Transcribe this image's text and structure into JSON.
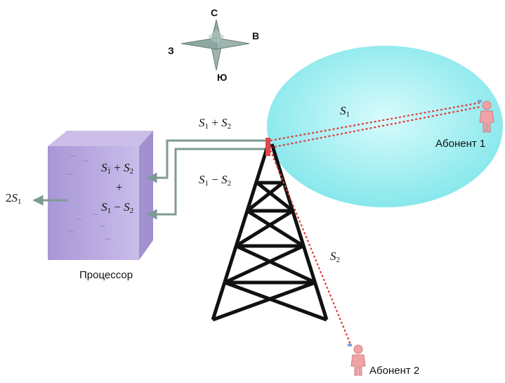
{
  "compass": {
    "north": "С",
    "east": "В",
    "west": "З",
    "south": "Ю"
  },
  "processor": {
    "label": "Процессор",
    "formula_top": {
      "a": "S",
      "a_sub": "1",
      "op": "+",
      "b": "S",
      "b_sub": "2"
    },
    "formula_plus": "+",
    "formula_bottom": {
      "a": "S",
      "a_sub": "1",
      "op": "−",
      "b": "S",
      "b_sub": "2"
    }
  },
  "output": {
    "coef": "2",
    "sym": "S",
    "sub": "1"
  },
  "signals": {
    "sum": {
      "a": "S",
      "a_sub": "1",
      "op": "+",
      "b": "S",
      "b_sub": "2"
    },
    "diff": {
      "a": "S",
      "a_sub": "1",
      "op": "−",
      "b": "S",
      "b_sub": "2"
    },
    "s1": {
      "sym": "S",
      "sub": "1"
    },
    "s2": {
      "sym": "S",
      "sub": "2"
    }
  },
  "subscribers": {
    "sub1": "Абонент 1",
    "sub2": "Абонент 2"
  },
  "colors": {
    "beam": "#9feef0",
    "processor": "#b3a3dc",
    "link": "#e03a3a",
    "arrow": "#7f9a96"
  }
}
